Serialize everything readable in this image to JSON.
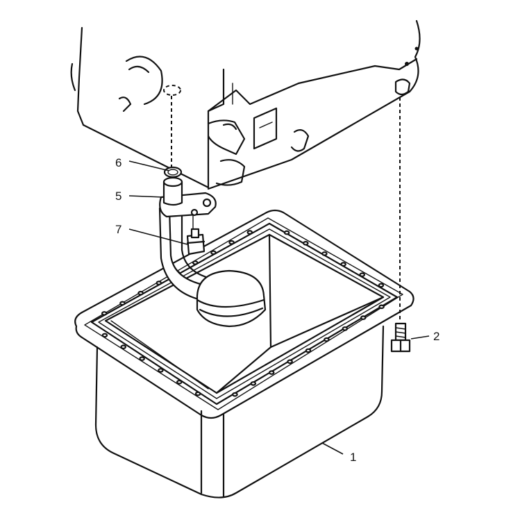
{
  "callouts": {
    "c1": "1",
    "c2": "2",
    "c5": "5",
    "c6": "6",
    "c7": "7"
  },
  "colors": {
    "ink": "#111111",
    "paper": "#ffffff"
  }
}
